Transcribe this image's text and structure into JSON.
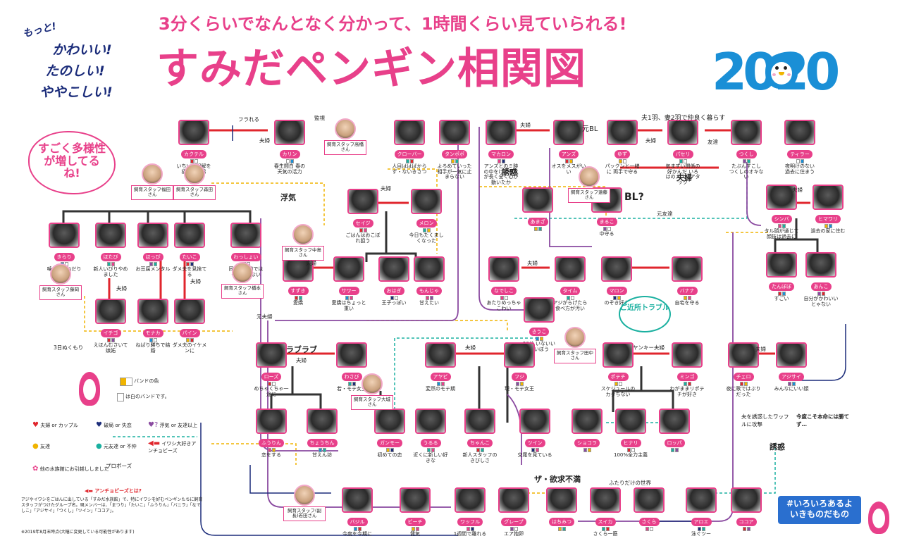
{
  "header": {
    "tag1": "もっと!",
    "tag2": "かわいい!",
    "tag3": "たのしい!",
    "tag4": "ややこしい!",
    "subtitle": "3分くらいでなんとなく分かって、1時間くらい見ていられる!",
    "title": "すみだペンギン相関図",
    "year": "2020"
  },
  "bubble": "すごく多様性が増してるね!",
  "colors": {
    "pink": "#e8408a",
    "navy": "#1b2c7a",
    "blue": "#1a8fd6",
    "teal": "#1ab0a0",
    "yellow": "#f0b400",
    "purple": "#8a4aa0",
    "red": "#e0262d"
  },
  "penguins": [
    {
      "name": "カクテル",
      "desc": "いちいち誤解を招く悪い男",
      "bands": [
        "#e0262d",
        "#ffffff"
      ]
    },
    {
      "name": "カリン",
      "desc": "春生間白 春の天気の活力",
      "bands": [
        "#ffffff",
        "#1a8fd6"
      ]
    },
    {
      "name": "クローバー",
      "desc": "人目ははばからず・ないきさつ",
      "bands": [
        "#1ab0a0",
        "#e0262d"
      ]
    },
    {
      "name": "タンポポ",
      "desc": "よろめていった相手が一気に止まらない",
      "bands": [
        "#f0b400",
        "#1ab0a0"
      ]
    },
    {
      "name": "マカロン",
      "desc": "アンズとのミ時の中をけども気が長く全く心が動いたか",
      "bands": [
        "#e8408a",
        "#1b2c7a"
      ]
    },
    {
      "name": "アンズ",
      "desc": "オスをメスがいい",
      "bands": [
        "#e0262d",
        "#f0b400"
      ]
    },
    {
      "name": "ゆず",
      "desc": "パックンと一緒に 両手で守る",
      "bands": [
        "#f0b400",
        "#ffffff"
      ]
    },
    {
      "name": "パセリ",
      "desc": "気まずい関係の好かんだ いろはのメスにアタック",
      "bands": [
        "#1ab0a0",
        "#ffffff"
      ]
    },
    {
      "name": "つくし",
      "desc": "たぶんすこし つくしのオキない",
      "bands": [
        "#8a4aa0",
        "#1ab0a0"
      ]
    },
    {
      "name": "ティラー",
      "desc": "夜明けのない 過去に住まう",
      "bands": [
        "#ffffff",
        "#1a8fd6"
      ]
    },
    {
      "name": "きらり",
      "desc": "噛んでおねだり",
      "bands": [
        "#1a8fd6",
        "#ffffff"
      ]
    },
    {
      "name": "ほたび",
      "desc": "新人いびりやめました",
      "bands": [
        "#1ab0a0",
        "#e8408a"
      ]
    },
    {
      "name": "ほっぴ",
      "desc": "お豆腐メンタル",
      "bands": [
        "#8a4aa0",
        "#1ab0a0"
      ]
    },
    {
      "name": "たいこ",
      "desc": "ダメ夫を見捨てる",
      "bands": [
        "#e0262d",
        "#1b2c7a"
      ]
    },
    {
      "name": "わっしょい",
      "desc": "同級生の前ではイキってない",
      "bands": [
        "#e8408a",
        "#ffffff"
      ]
    },
    {
      "name": "セイジ",
      "desc": "ごはんはおこぼれ狙う",
      "bands": [
        "#e0262d",
        "#e8408a"
      ]
    },
    {
      "name": "メロン",
      "desc": "今日もたくましくなった",
      "bands": [
        "#1ab0a0",
        "#f0b400"
      ]
    },
    {
      "name": "おはぎ",
      "desc": "王子っぽい",
      "bands": [
        "#1b2c7a",
        "#ffffff"
      ]
    },
    {
      "name": "もんじゃ",
      "desc": "甘えたい",
      "bands": [
        "#e8408a",
        "#8a4aa0"
      ]
    },
    {
      "name": "すずき",
      "desc": "愛嬌",
      "bands": [
        "#e0262d",
        "#1ab0a0"
      ]
    },
    {
      "name": "サワー",
      "desc": "愛嬌はちょっと重い",
      "bands": [
        "#1a8fd6",
        "#e8408a"
      ]
    },
    {
      "name": "あまざ",
      "desc": "",
      "bands": [
        "#f0b400",
        "#1ab0a0"
      ]
    },
    {
      "name": "まるこ",
      "desc": "中守る",
      "bands": [
        "#8a4aa0",
        "#ffffff"
      ]
    },
    {
      "name": "イチゴ",
      "desc": "えほんむさいて嫉妬",
      "bands": [
        "#e0262d",
        "#8a4aa0"
      ]
    },
    {
      "name": "モナカ",
      "desc": "ねばり勝ちで結婚",
      "bands": [
        "#1a8fd6",
        "#ffffff"
      ]
    },
    {
      "name": "パイン",
      "desc": "ダメ夫のイケメンに",
      "bands": [
        "#f0b400",
        "#e0262d"
      ]
    },
    {
      "name": "なでしこ",
      "desc": "あたりめっちゃこわい",
      "bands": [
        "#e8408a",
        "#ffffff"
      ]
    },
    {
      "name": "タイム",
      "desc": "アジがらげたら食べ方が汚い",
      "bands": [
        "#1ab0a0",
        "#ffffff"
      ]
    },
    {
      "name": "マロン",
      "desc": "のぞき好き",
      "bands": [
        "#1b2c7a",
        "#f0b400"
      ]
    },
    {
      "name": "バナナ",
      "desc": "自宅を守る",
      "bands": [
        "#f0b400",
        "#e8408a"
      ]
    },
    {
      "name": "きうこ",
      "desc": "20分 いないいないぼう",
      "bands": [
        "#1a8fd6",
        "#f0b400"
      ]
    },
    {
      "name": "シンバ",
      "desc": "タル顔が通じて 顔抜は過去に",
      "bands": [
        "#e8408a",
        "#1ab0a0"
      ]
    },
    {
      "name": "ヒマワリ",
      "desc": "過去の家に住む",
      "bands": [
        "#f0b400",
        "#1a8fd6"
      ]
    },
    {
      "name": "たんぽぽ",
      "desc": "すごい",
      "bands": [
        "#e0262d",
        "#1a8fd6"
      ]
    },
    {
      "name": "あんこ",
      "desc": "自分がかわいいとゃない",
      "bands": [
        "#8a4aa0",
        "#e0262d"
      ]
    },
    {
      "name": "ローズ",
      "desc": "めちゃくちゃ一途に",
      "bands": [
        "#e0262d",
        "#ffffff"
      ]
    },
    {
      "name": "わさび",
      "desc": "若・モテ女王",
      "bands": [
        "#1ab0a0",
        "#1b2c7a"
      ]
    },
    {
      "name": "アヤビ",
      "desc": "変然のモテ期",
      "bands": [
        "#1a8fd6",
        "#e8408a"
      ]
    },
    {
      "name": "フジ",
      "desc": "現・モテ女王",
      "bands": [
        "#8a4aa0",
        "#f0b400"
      ]
    },
    {
      "name": "ポテチ",
      "desc": "スケジュールのカタちない",
      "bands": [
        "#f0b400",
        "#ffffff"
      ]
    },
    {
      "name": "ミンゴ",
      "desc": "わがままリポテチが好き",
      "bands": [
        "#1ab0a0",
        "#e0262d"
      ]
    },
    {
      "name": "チェロ",
      "desc": "夜に歌ではぶりだった",
      "bands": [
        "#e0262d",
        "#f0b400"
      ]
    },
    {
      "name": "アジサイ",
      "desc": "みんなにいい顔",
      "bands": [
        "#8a4aa0",
        "#1a8fd6"
      ]
    },
    {
      "name": "ふうりん",
      "desc": "恋をする",
      "bands": [
        "#e8408a",
        "#f0b400"
      ]
    },
    {
      "name": "ちょうちん",
      "desc": "甘えん坊",
      "bands": [
        "#1a8fd6",
        "#1ab0a0"
      ]
    },
    {
      "name": "ガンモー",
      "desc": "初めての恋",
      "bands": [
        "#f0b400",
        "#1b2c7a"
      ]
    },
    {
      "name": "うるる",
      "desc": "近くに新しい好きな",
      "bands": [
        "#1ab0a0",
        "#e8408a"
      ]
    },
    {
      "name": "ちゃんこ",
      "desc": "新人スタッフのきびしさ",
      "bands": [
        "#e0262d",
        "#1ab0a0"
      ]
    },
    {
      "name": "ツイン",
      "desc": "交尾を見ている",
      "bands": [
        "#1b2c7a",
        "#e8408a"
      ]
    },
    {
      "name": "ショコラ",
      "desc": "",
      "bands": [
        "#8a4aa0",
        "#f0b400"
      ]
    },
    {
      "name": "ヒナリ",
      "desc": "100%全力主義",
      "bands": [
        "#e0262d",
        "#ffffff"
      ]
    },
    {
      "name": "ロッパ",
      "desc": "",
      "bands": [
        "#1ab0a0",
        "#8a4aa0"
      ]
    },
    {
      "name": "バジル",
      "desc": "今度を今期に",
      "bands": [
        "#1a8fd6",
        "#e0262d"
      ]
    },
    {
      "name": "ビーチ",
      "desc": "健気",
      "bands": [
        "#f0b400",
        "#e8408a"
      ]
    },
    {
      "name": "ワッフル",
      "desc": "1週間で離れる",
      "bands": [
        "#e8408a",
        "#1b2c7a"
      ]
    },
    {
      "name": "グレープ",
      "desc": "エア抱卵",
      "bands": [
        "#8a4aa0",
        "#ffffff"
      ]
    },
    {
      "name": "はちみつ",
      "desc": "",
      "bands": [
        "#f0b400",
        "#1ab0a0"
      ]
    },
    {
      "name": "スイカ",
      "desc": "さくら一筋",
      "bands": [
        "#1ab0a0",
        "#e0262d"
      ]
    },
    {
      "name": "さくら",
      "desc": "",
      "bands": [
        "#e8408a",
        "#ffffff"
      ]
    },
    {
      "name": "アロエ",
      "desc": "泳ぐツー",
      "bands": [
        "#1b2c7a",
        "#1ab0a0"
      ]
    },
    {
      "name": "ココア",
      "desc": "",
      "bands": [
        "#e0262d",
        "#8a4aa0"
      ]
    }
  ],
  "keepers": [
    {
      "label": "飼育スタッフ高橋さん"
    },
    {
      "label": "飼育スタッフ福田さん"
    },
    {
      "label": "飼育スタッフ森田さん"
    },
    {
      "label": "飼育スタッフ遠藤さん"
    },
    {
      "label": "飼育スタッフ中島さん"
    },
    {
      "label": "飼育スタッフ藤岡さん"
    },
    {
      "label": "飼育スタッフ橋本さん"
    },
    {
      "label": "飼育スタッフ田中さん"
    },
    {
      "label": "飼育スタッフ大城さん"
    },
    {
      "label": "飼育スタッフ(副長)若田さん"
    }
  ],
  "relations": {
    "fufu": "夫婦",
    "motokare": "元BL",
    "bl": "BL?",
    "fureba": "フラれる",
    "kantei": "監視",
    "uwaki": "浮気",
    "sannin": "夫1羽、妻2羽で仲良く暮らす",
    "kinjo": "ご近所トラブル",
    "yuwaku": "誘惑",
    "ranraban": "ラブラブ",
    "kidai": "ザ・欲求不満",
    "jirei": "ふたりだけの世界",
    "yankee": "ヤンキー夫婦",
    "tomodachi": "友達",
    "motofufu": "元友達",
    "moto": "元夫婦"
  },
  "notes": {
    "muku": "3日ぬくもり",
    "bento": "プロポーズ",
    "dekichau": "夫を誘惑したワッフルに攻撃",
    "hayaku": "今度こそ本命には勝てず…"
  },
  "legend": {
    "band_label": "バンドの色",
    "white_band": "は白のバンドです。",
    "couple": "夫婦 or カップル",
    "breakup": "破局 or 失恋",
    "affair": "浮気 or 友達以上",
    "friend": "友達",
    "exfriend": "元友達 or 不仲",
    "anchovy": "イワシ大好きアンチョビーズ",
    "moved": "他の水族館にお引越ししました",
    "anchovy_title": "アンチョビーズとは?",
    "anchovy_text": "アジやイワシをごはんに出している「すみだ水族館」で、特にイワシを好むペンギンたちに飼育スタッフがつけたグループ名。現メンバーは、「まつり」「たいこ」「ふうりん」「バニラ」「なでしこ」「アジサイ」「つくし」「ツイン」「ココア」。",
    "footnote": "※2019年8月末時点(大幅に変更している可能性があります)"
  },
  "banner": {
    "line1": "#いろいろあるよ",
    "line2": "いきものだもの"
  }
}
